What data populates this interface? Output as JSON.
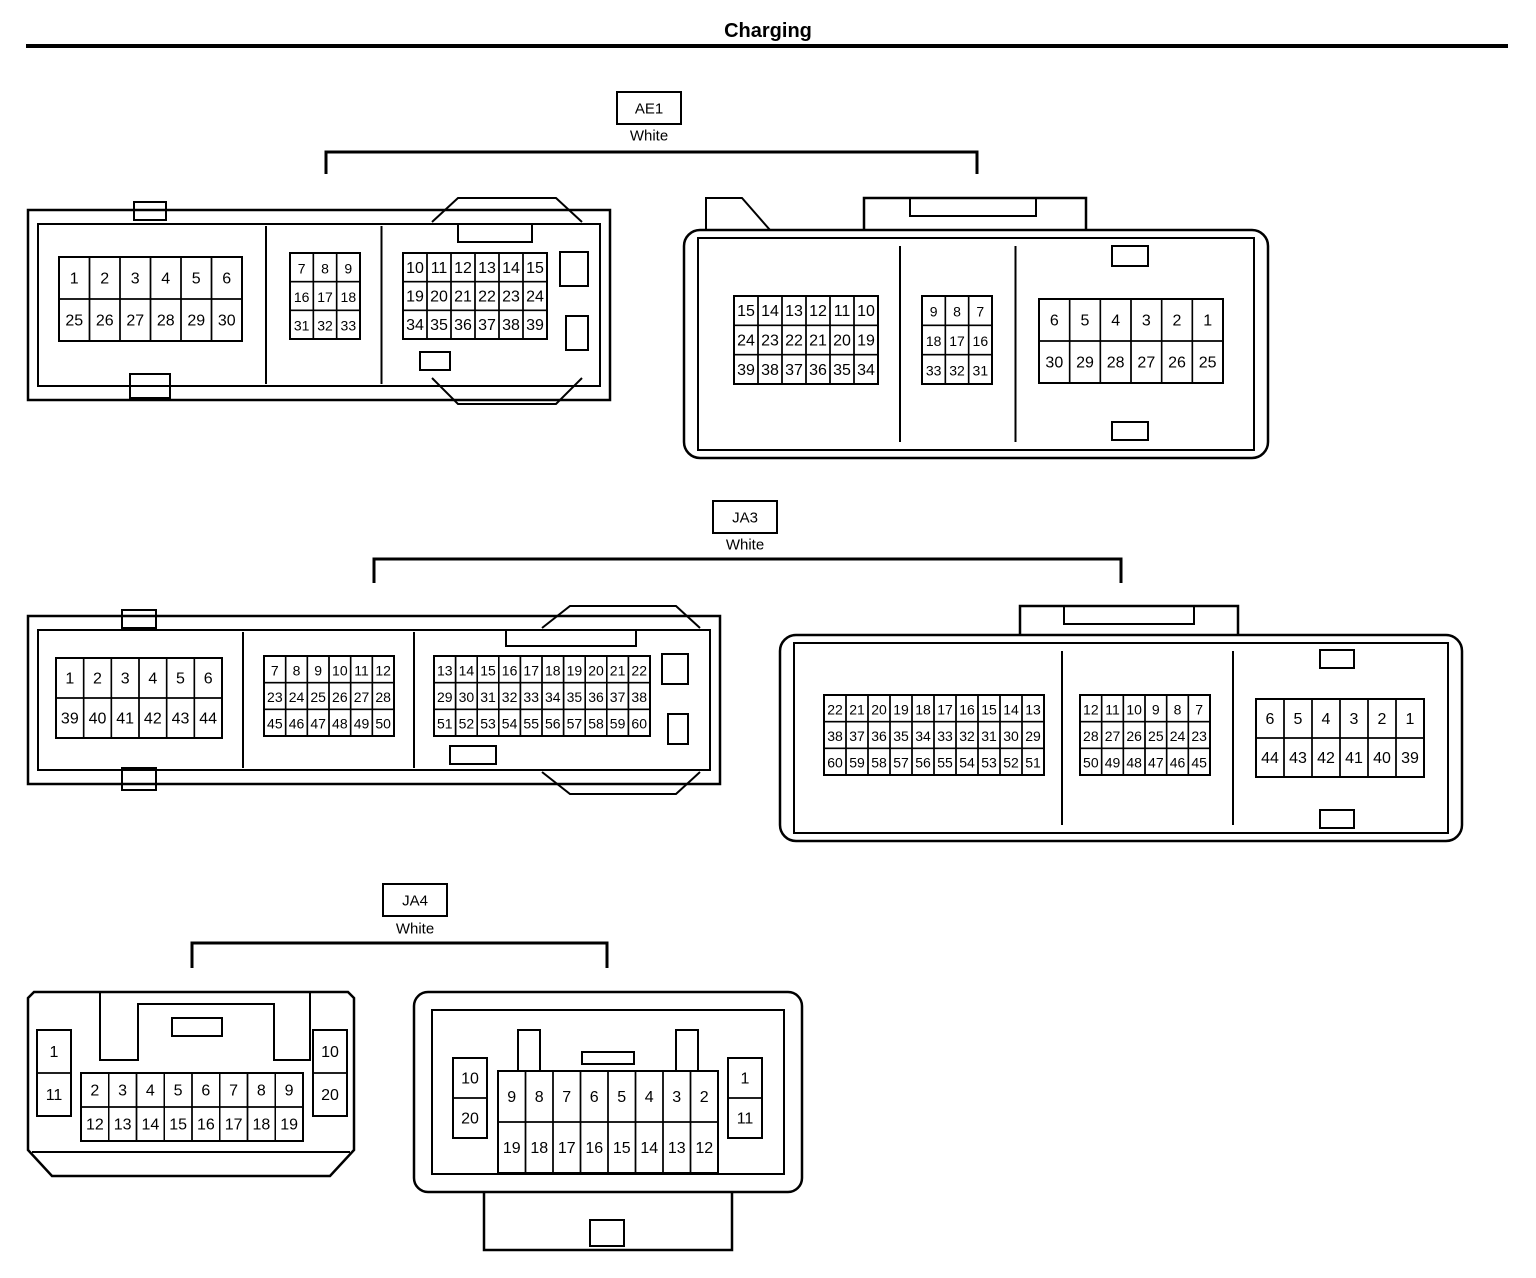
{
  "title": "Charging",
  "connectors": [
    {
      "id": "AE1",
      "color": "White",
      "views": [
        {
          "blocks": [
            [
              [
                "1",
                "2",
                "3",
                "4",
                "5",
                "6"
              ],
              [
                "25",
                "26",
                "27",
                "28",
                "29",
                "30"
              ]
            ],
            [
              [
                "7",
                "8",
                "9"
              ],
              [
                "16",
                "17",
                "18"
              ],
              [
                "31",
                "32",
                "33"
              ]
            ],
            [
              [
                "10",
                "11",
                "12",
                "13",
                "14",
                "15"
              ],
              [
                "19",
                "20",
                "21",
                "22",
                "23",
                "24"
              ],
              [
                "34",
                "35",
                "36",
                "37",
                "38",
                "39"
              ]
            ]
          ]
        },
        {
          "blocks": [
            [
              [
                "15",
                "14",
                "13",
                "12",
                "11",
                "10"
              ],
              [
                "24",
                "23",
                "22",
                "21",
                "20",
                "19"
              ],
              [
                "39",
                "38",
                "37",
                "36",
                "35",
                "34"
              ]
            ],
            [
              [
                "9",
                "8",
                "7"
              ],
              [
                "18",
                "17",
                "16"
              ],
              [
                "33",
                "32",
                "31"
              ]
            ],
            [
              [
                "6",
                "5",
                "4",
                "3",
                "2",
                "1"
              ],
              [
                "30",
                "29",
                "28",
                "27",
                "26",
                "25"
              ]
            ]
          ]
        }
      ]
    },
    {
      "id": "JA3",
      "color": "White",
      "views": [
        {
          "blocks": [
            [
              [
                "1",
                "2",
                "3",
                "4",
                "5",
                "6"
              ],
              [
                "39",
                "40",
                "41",
                "42",
                "43",
                "44"
              ]
            ],
            [
              [
                "7",
                "8",
                "9",
                "10",
                "11",
                "12"
              ],
              [
                "23",
                "24",
                "25",
                "26",
                "27",
                "28"
              ],
              [
                "45",
                "46",
                "47",
                "48",
                "49",
                "50"
              ]
            ],
            [
              [
                "13",
                "14",
                "15",
                "16",
                "17",
                "18",
                "19",
                "20",
                "21",
                "22"
              ],
              [
                "29",
                "30",
                "31",
                "32",
                "33",
                "34",
                "35",
                "36",
                "37",
                "38"
              ],
              [
                "51",
                "52",
                "53",
                "54",
                "55",
                "56",
                "57",
                "58",
                "59",
                "60"
              ]
            ]
          ]
        },
        {
          "blocks": [
            [
              [
                "22",
                "21",
                "20",
                "19",
                "18",
                "17",
                "16",
                "15",
                "14",
                "13"
              ],
              [
                "38",
                "37",
                "36",
                "35",
                "34",
                "33",
                "32",
                "31",
                "30",
                "29"
              ],
              [
                "60",
                "59",
                "58",
                "57",
                "56",
                "55",
                "54",
                "53",
                "52",
                "51"
              ]
            ],
            [
              [
                "12",
                "11",
                "10",
                "9",
                "8",
                "7"
              ],
              [
                "28",
                "27",
                "26",
                "25",
                "24",
                "23"
              ],
              [
                "50",
                "49",
                "48",
                "47",
                "46",
                "45"
              ]
            ],
            [
              [
                "6",
                "5",
                "4",
                "3",
                "2",
                "1"
              ],
              [
                "44",
                "43",
                "42",
                "41",
                "40",
                "39"
              ]
            ]
          ]
        }
      ]
    },
    {
      "id": "JA4",
      "color": "White",
      "views": [
        {
          "blocks": [
            [
              [
                "1"
              ],
              [
                "11"
              ]
            ],
            [
              [
                "2",
                "3",
                "4",
                "5",
                "6",
                "7",
                "8",
                "9"
              ],
              [
                "12",
                "13",
                "14",
                "15",
                "16",
                "17",
                "18",
                "19"
              ]
            ],
            [
              [
                "10"
              ],
              [
                "20"
              ]
            ]
          ]
        },
        {
          "blocks": [
            [
              [
                "10"
              ],
              [
                "20"
              ]
            ],
            [
              [
                "9",
                "8",
                "7",
                "6",
                "5",
                "4",
                "3",
                "2"
              ],
              [
                "19",
                "18",
                "17",
                "16",
                "15",
                "14",
                "13",
                "12"
              ]
            ],
            [
              [
                "1"
              ],
              [
                "11"
              ]
            ]
          ]
        }
      ]
    }
  ]
}
